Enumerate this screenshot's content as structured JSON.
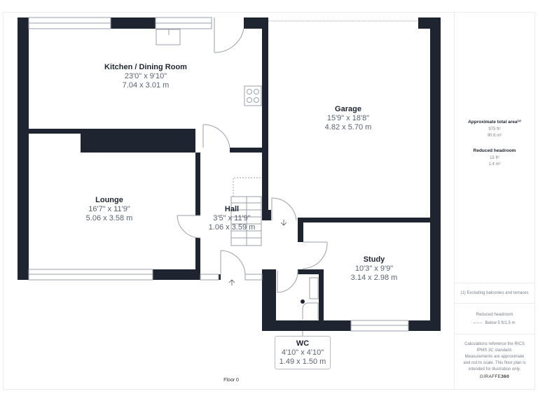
{
  "floor": {
    "label": "Floor 0"
  },
  "rooms": {
    "kitchen": {
      "name": "Kitchen / Dining Room",
      "imperial": "23'0\" x 9'10\"",
      "metric": "7.04 x 3.01 m"
    },
    "garage": {
      "name": "Garage",
      "imperial": "15'9\" x 18'8\"",
      "metric": "4.82 x 5.70 m"
    },
    "lounge": {
      "name": "Lounge",
      "imperial": "16'7\" x 11'9\"",
      "metric": "5.06 x 3.58 m"
    },
    "hall": {
      "name": "Hall",
      "imperial": "3'5\" x 11'9\"",
      "metric": "1.06 x 3.59 m"
    },
    "study": {
      "name": "Study",
      "imperial": "10'3\" x 9'9\"",
      "metric": "3.14 x 2.98 m"
    },
    "wc": {
      "name": "WC",
      "imperial": "4'10\" x 4'10\"",
      "metric": "1.49 x 1.50 m"
    }
  },
  "panel": {
    "total_area": {
      "heading": "Approximate total area⁽¹⁾",
      "imperial": "975 ft²",
      "metric": "90.6 m²"
    },
    "reduced_headroom": {
      "heading": "Reduced headroom",
      "imperial": "15 ft²",
      "metric": "1.4 m²"
    },
    "footnote": "(1) Excluding balconies and terraces",
    "legend": {
      "heading": "Reduced headroom",
      "item": "Below 5 ft/1.5 m"
    },
    "disclaimer": "Calculations reference the RICS IPMS 3C standard. Measurements are approximate and not to scale. This floor plan is intended for illustration only.",
    "brand_prefix": "GIRAFFE",
    "brand_suffix": "360"
  },
  "colors": {
    "wall": "#1e2430",
    "text_dim": "#5a6370",
    "border": "#ececec"
  }
}
